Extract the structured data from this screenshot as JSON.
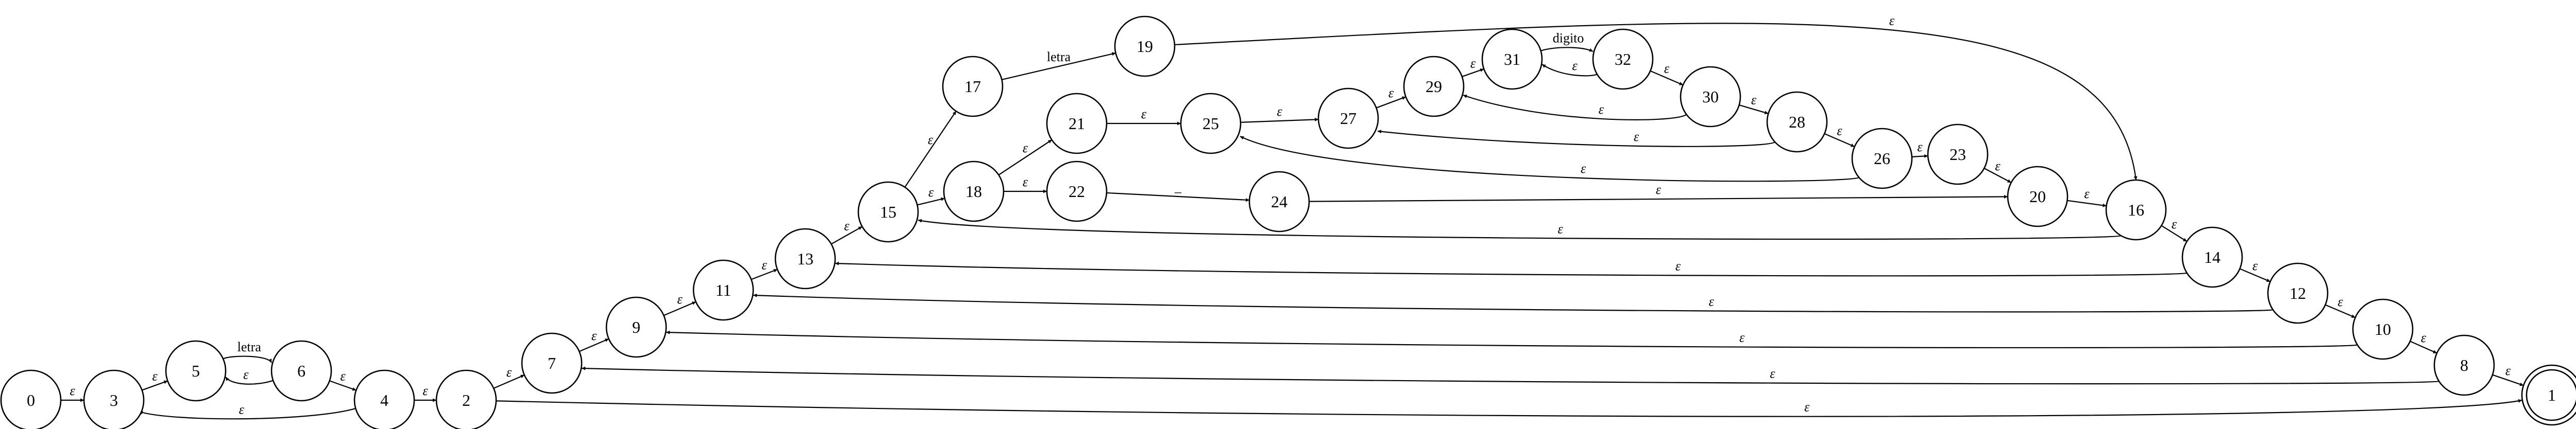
{
  "diagram": {
    "type": "nfa-state-diagram",
    "accepting_states": [
      "1"
    ],
    "states": [
      "0",
      "3",
      "5",
      "6",
      "4",
      "2",
      "7",
      "9",
      "11",
      "13",
      "15",
      "17",
      "19",
      "18",
      "21",
      "22",
      "25",
      "24",
      "27",
      "29",
      "31",
      "32",
      "30",
      "28",
      "26",
      "23",
      "20",
      "16",
      "14",
      "12",
      "10",
      "8",
      "1"
    ],
    "transitions": [
      {
        "from": "0",
        "to": "3",
        "label": "ε"
      },
      {
        "from": "3",
        "to": "5",
        "label": "ε"
      },
      {
        "from": "5",
        "to": "6",
        "label": "letra"
      },
      {
        "from": "6",
        "to": "5",
        "label": "ε"
      },
      {
        "from": "6",
        "to": "4",
        "label": "ε"
      },
      {
        "from": "4",
        "to": "3",
        "label": "ε"
      },
      {
        "from": "4",
        "to": "2",
        "label": "ε"
      },
      {
        "from": "2",
        "to": "7",
        "label": "ε"
      },
      {
        "from": "2",
        "to": "1",
        "label": "ε"
      },
      {
        "from": "7",
        "to": "9",
        "label": "ε"
      },
      {
        "from": "9",
        "to": "11",
        "label": "ε"
      },
      {
        "from": "11",
        "to": "13",
        "label": "ε"
      },
      {
        "from": "13",
        "to": "15",
        "label": "ε"
      },
      {
        "from": "15",
        "to": "17",
        "label": "ε"
      },
      {
        "from": "15",
        "to": "18",
        "label": "ε"
      },
      {
        "from": "17",
        "to": "19",
        "label": "letra"
      },
      {
        "from": "19",
        "to": "16",
        "label": "ε"
      },
      {
        "from": "18",
        "to": "21",
        "label": "ε"
      },
      {
        "from": "18",
        "to": "22",
        "label": "ε"
      },
      {
        "from": "21",
        "to": "25",
        "label": "ε"
      },
      {
        "from": "22",
        "to": "24",
        "label": "_"
      },
      {
        "from": "24",
        "to": "20",
        "label": "ε"
      },
      {
        "from": "25",
        "to": "27",
        "label": "ε"
      },
      {
        "from": "27",
        "to": "29",
        "label": "ε"
      },
      {
        "from": "29",
        "to": "31",
        "label": "ε"
      },
      {
        "from": "31",
        "to": "32",
        "label": "digito"
      },
      {
        "from": "32",
        "to": "31",
        "label": "ε"
      },
      {
        "from": "32",
        "to": "30",
        "label": "ε"
      },
      {
        "from": "30",
        "to": "29",
        "label": "ε"
      },
      {
        "from": "30",
        "to": "28",
        "label": "ε"
      },
      {
        "from": "28",
        "to": "27",
        "label": "ε"
      },
      {
        "from": "28",
        "to": "26",
        "label": "ε"
      },
      {
        "from": "26",
        "to": "25",
        "label": "ε"
      },
      {
        "from": "26",
        "to": "23",
        "label": "ε"
      },
      {
        "from": "23",
        "to": "20",
        "label": "ε"
      },
      {
        "from": "20",
        "to": "16",
        "label": "ε"
      },
      {
        "from": "16",
        "to": "15",
        "label": "ε"
      },
      {
        "from": "16",
        "to": "14",
        "label": "ε"
      },
      {
        "from": "14",
        "to": "13",
        "label": "ε"
      },
      {
        "from": "14",
        "to": "12",
        "label": "ε"
      },
      {
        "from": "12",
        "to": "11",
        "label": "ε"
      },
      {
        "from": "12",
        "to": "10",
        "label": "ε"
      },
      {
        "from": "10",
        "to": "9",
        "label": "ε"
      },
      {
        "from": "10",
        "to": "8",
        "label": "ε"
      },
      {
        "from": "8",
        "to": "7",
        "label": "ε"
      },
      {
        "from": "8",
        "to": "1",
        "label": "ε"
      }
    ]
  }
}
